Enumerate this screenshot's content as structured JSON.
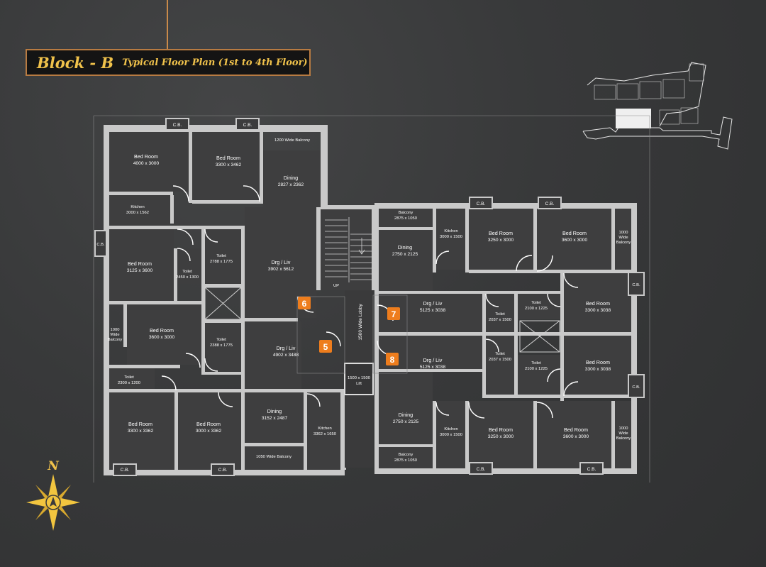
{
  "title": {
    "block": "Block - B",
    "subtitle": "Typical Floor Plan (1st to 4th Floor)"
  },
  "compass": {
    "north": "N"
  },
  "rooms": {
    "bed1": [
      "Bed Room",
      "4000 x 3000"
    ],
    "bed2": [
      "Bed Room",
      "3300 x 3462"
    ],
    "balcony_top": [
      "1200 Wide Balcony"
    ],
    "dining_top": [
      "Dining",
      "2827 x 2362"
    ],
    "kitchen_tl": [
      "Kitchen",
      "3000 x 1562"
    ],
    "bed3": [
      "Bed Room",
      "3125 x 3600"
    ],
    "toilet_a": [
      "Toilet",
      "2450 x 1300"
    ],
    "toilet_b": [
      "Toilet",
      "2788 x 1775"
    ],
    "drg_top": [
      "Drg / Liv",
      "3902 x 5612"
    ],
    "bal_1000_left": [
      "1000",
      "Wide",
      "Balcony"
    ],
    "bed4": [
      "Bed Room",
      "3600 x 3000"
    ],
    "toilet_c": [
      "Toilet",
      "2388 x 1775"
    ],
    "drg_mid": [
      "Drg / Liv",
      "4902 x 3488"
    ],
    "toilet_d": [
      "Toilet",
      "2300 x 1200"
    ],
    "bed5": [
      "Bed Room",
      "3300 x 3362"
    ],
    "bed6": [
      "Bed Room",
      "3000 x 3362"
    ],
    "dining_bl": [
      "Dining",
      "3152 x 2487"
    ],
    "kitchen_bl": [
      "Kitchen",
      "3362 x 1650"
    ],
    "balcony_bottom": [
      "1050 Wide Balcony"
    ],
    "up": [
      "UP"
    ],
    "lobby": [
      "1500  Wide Lobby"
    ],
    "lift": [
      "1500 x 1500",
      "Lift"
    ],
    "balcony_r_top": [
      "Balcony",
      "2875 x 1050"
    ],
    "dining_r_top": [
      "Dining",
      "2750 x 2125"
    ],
    "kitchen_r_top": [
      "Kitchen",
      "3000 x 1500"
    ],
    "bed_r1": [
      "Bed Room",
      "3250 x 3000"
    ],
    "bed_r2": [
      "Bed Room",
      "3600 x 3000"
    ],
    "bal_1000_r_top": [
      "1000",
      "Wide",
      "Balcony"
    ],
    "drg_r_top": [
      "Drg / Liv",
      "5125 x 3038"
    ],
    "toilet_r1": [
      "Toilet",
      "2037 x 1500"
    ],
    "toilet_r2": [
      "Toilet",
      "2100 x 1225"
    ],
    "bed_r3": [
      "Bed Room",
      "3300 x 3038"
    ],
    "drg_r_bot": [
      "Drg / Liv",
      "5125 x 3038"
    ],
    "toilet_r3": [
      "Toilet",
      "2037 x 1500"
    ],
    "toilet_r4": [
      "Toilet",
      "2100 x 1225"
    ],
    "bed_r4": [
      "Bed Room",
      "3300 x 3038"
    ],
    "dining_r_bot": [
      "Dining",
      "2750 x 2125"
    ],
    "kitchen_r_bot": [
      "Kitchen",
      "3000 x 1500"
    ],
    "bed_r5": [
      "Bed Room",
      "3250 x 3000"
    ],
    "bed_r6": [
      "Bed Room",
      "3600 x 3000"
    ],
    "bal_1000_r_bot": [
      "1000",
      "Wide",
      "Balcony"
    ],
    "balcony_r_bot": [
      "Balcony",
      "2875 x 1050"
    ]
  },
  "cb_label": "C.B.",
  "markers": [
    "6",
    "5",
    "7",
    "8"
  ],
  "colors": {
    "accent": "#ee7d1d",
    "title_text": "#f0c24b",
    "title_border": "#b87b42",
    "walls": "#c9c9c9"
  }
}
